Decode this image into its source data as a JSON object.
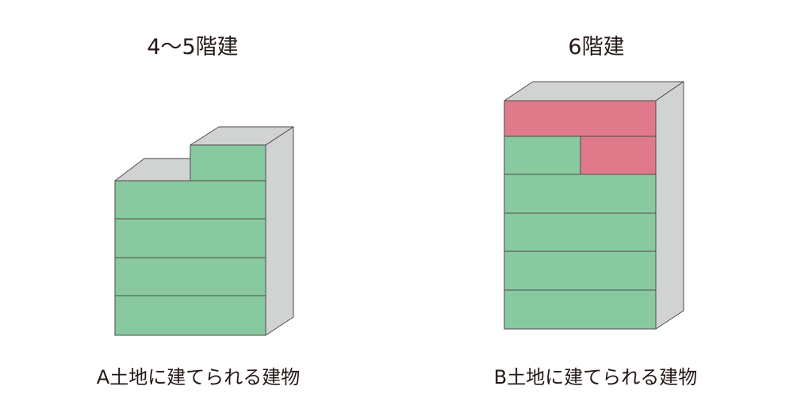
{
  "buildings": {
    "a": {
      "title": "4～5階建",
      "caption": "A土地に建てられる建物"
    },
    "b": {
      "title": "6階建",
      "caption": "B土地に建てられる建物"
    }
  },
  "colors": {
    "floor_green": "#89c9a0",
    "floor_pink": "#e07a8a",
    "side_gray": "#d1d3d2",
    "outline": "#4a4a4a",
    "text": "#231815"
  }
}
